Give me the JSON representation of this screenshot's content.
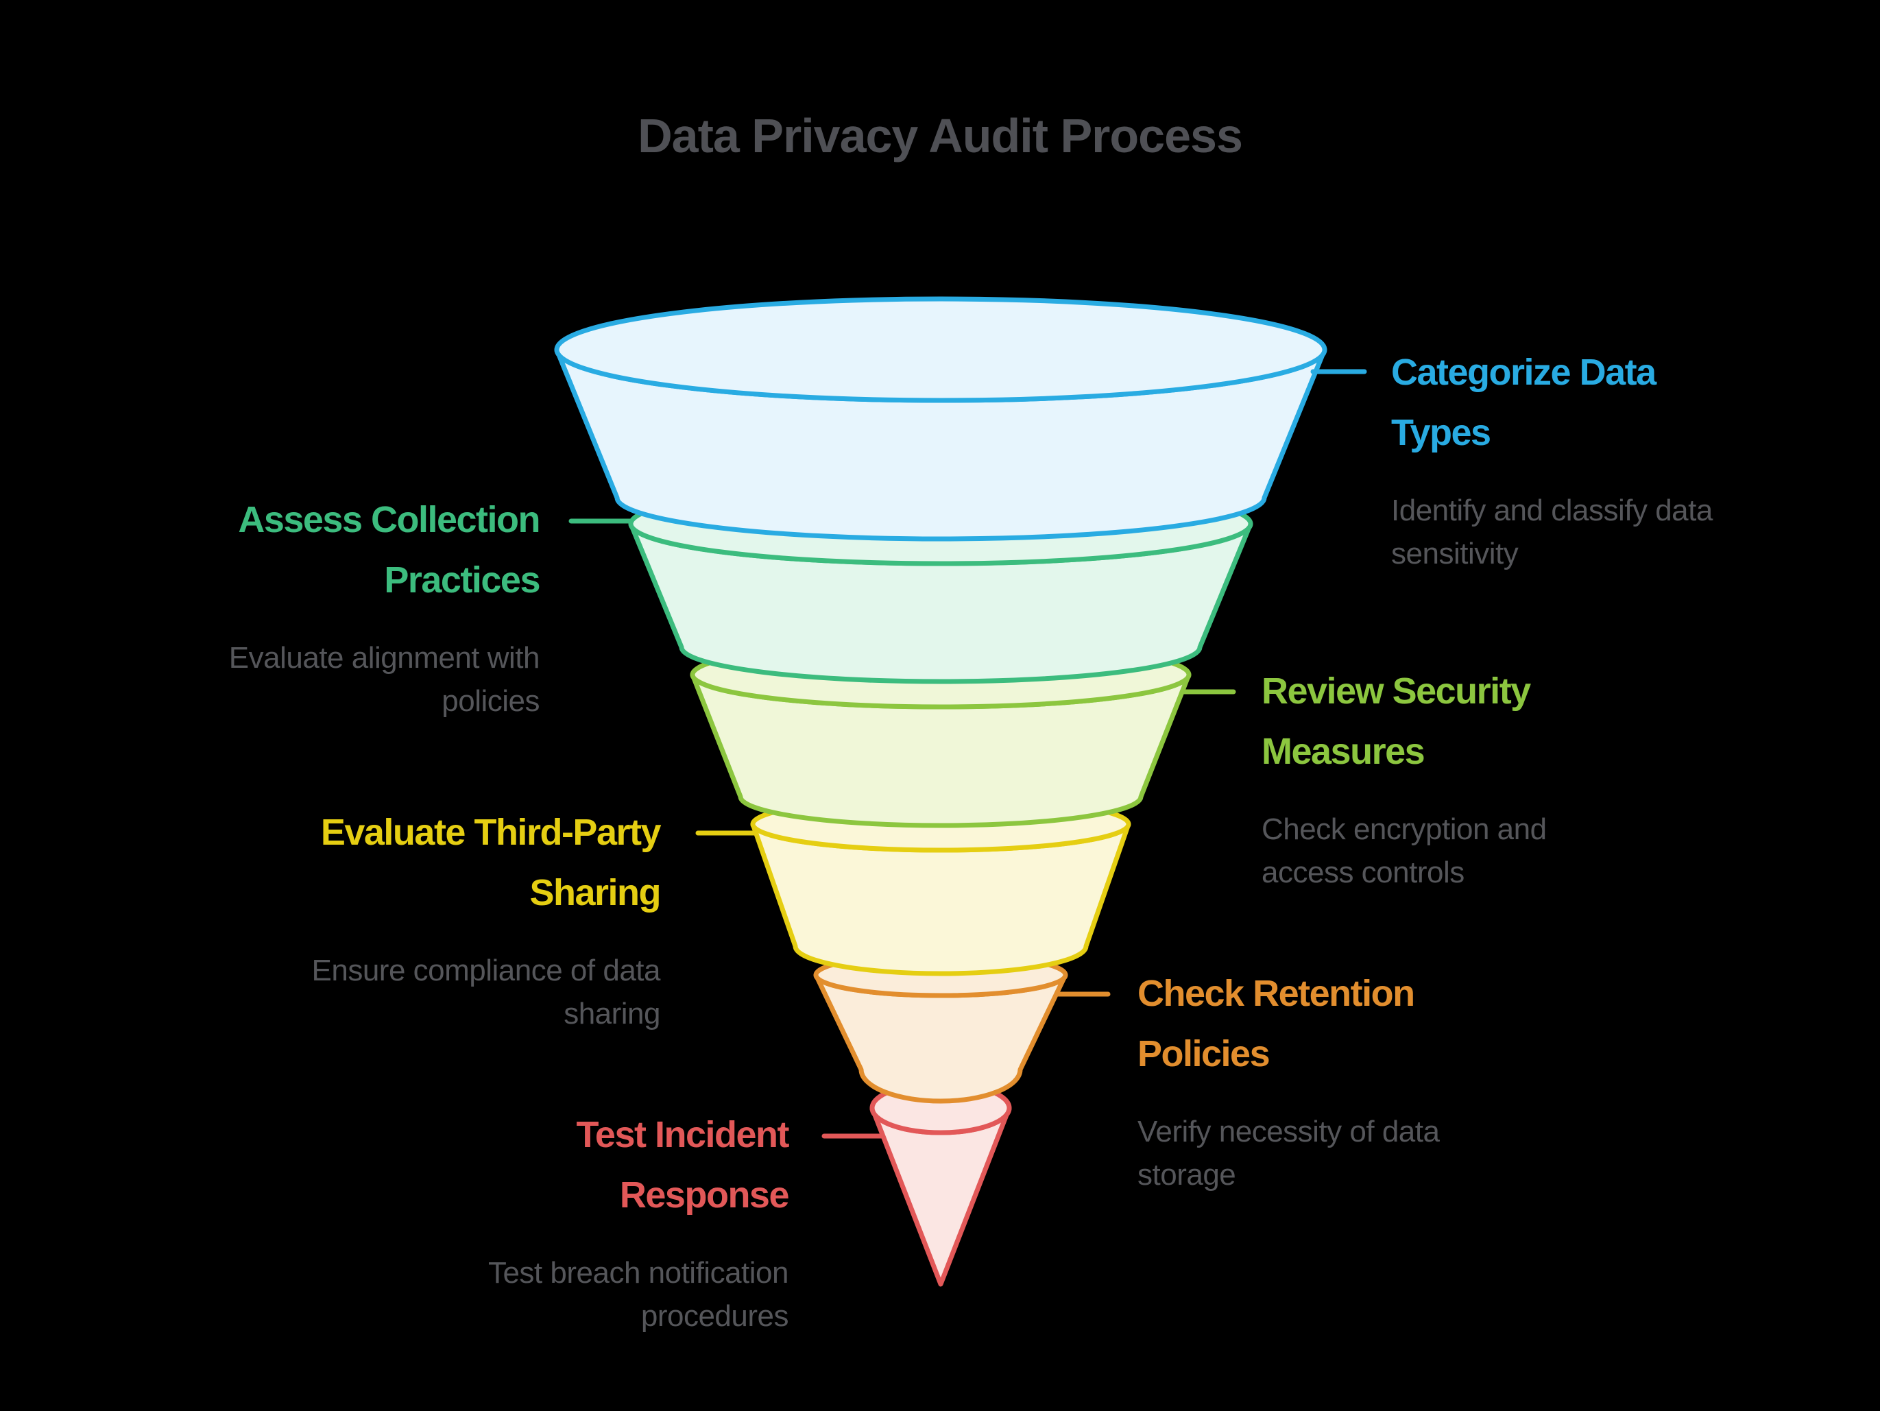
{
  "title": "Data Privacy Audit Process",
  "colors": {
    "background": "#000000",
    "title": "#4F5055",
    "description": "#55565A"
  },
  "stages": [
    {
      "id": "categorize-data-types",
      "label": "Categorize Data Types",
      "label_lines": [
        "Categorize Data",
        "Types"
      ],
      "description": "Identify and classify data sensitivity",
      "description_lines": [
        "Identify and classify data",
        "sensitivity"
      ],
      "side": "right",
      "color": "#29ABE2",
      "fill": "#E7F5FD"
    },
    {
      "id": "assess-collection-practices",
      "label": "Assess Collection Practices",
      "label_lines": [
        "Assess Collection",
        "Practices"
      ],
      "description": "Evaluate alignment with policies",
      "description_lines": [
        "Evaluate alignment with",
        "policies"
      ],
      "side": "left",
      "color": "#3CBC7E",
      "fill": "#E3F7EC"
    },
    {
      "id": "review-security-measures",
      "label": "Review Security Measures",
      "label_lines": [
        "Review Security",
        "Measures"
      ],
      "description": "Check encryption and access controls",
      "description_lines": [
        "Check encryption and",
        "access controls"
      ],
      "side": "right",
      "color": "#8CC63F",
      "fill": "#F0F7D8"
    },
    {
      "id": "evaluate-third-party-sharing",
      "label": "Evaluate Third-Party Sharing",
      "label_lines": [
        "Evaluate Third-Party",
        "Sharing"
      ],
      "description": "Ensure compliance of data sharing",
      "description_lines": [
        "Ensure compliance of data",
        "sharing"
      ],
      "side": "left",
      "color": "#E5CE12",
      "fill": "#FBF7D8"
    },
    {
      "id": "check-retention-policies",
      "label": "Check Retention Policies",
      "label_lines": [
        "Check Retention",
        "Policies"
      ],
      "description": "Verify necessity of data storage",
      "description_lines": [
        "Verify necessity of data",
        "storage"
      ],
      "side": "right",
      "color": "#E28E2E",
      "fill": "#FBEDDA"
    },
    {
      "id": "test-incident-response",
      "label": "Test Incident Response",
      "label_lines": [
        "Test Incident",
        "Response"
      ],
      "description": "Test breach notification procedures",
      "description_lines": [
        "Test breach notification",
        "procedures"
      ],
      "side": "left",
      "color": "#E25858",
      "fill": "#FBE6E3"
    }
  ]
}
